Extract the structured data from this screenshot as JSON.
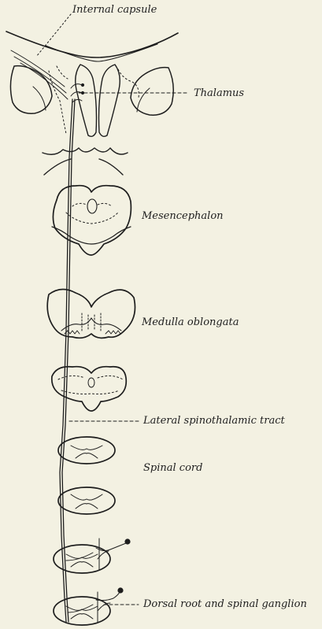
{
  "labels": {
    "internal_capsule": "Internal capsule",
    "thalamus": "Thalamus",
    "mesencephalon": "Mesencephalon",
    "medulla_oblongata": "Medulla oblongata",
    "lateral_spinothalamic_tract": "Lateral spinothalamic tract",
    "spinal_cord": "Spinal cord",
    "dorsal_root_and_spinal_ganglion": "Dorsal root and spinal ganglion"
  },
  "colors": {
    "background": "#f3f1e2",
    "ink": "#1e1e1e"
  }
}
